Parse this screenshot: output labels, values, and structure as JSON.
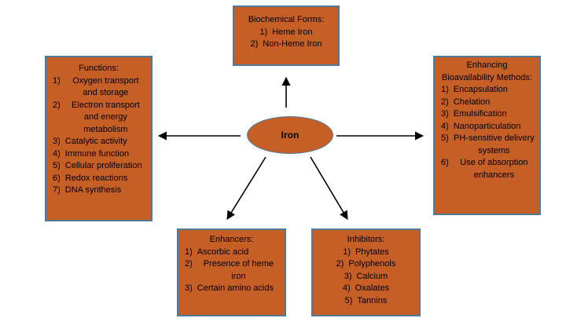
{
  "center": {
    "label": "Iron"
  },
  "biochemical_forms": {
    "title": "Biochemical Forms:",
    "items": [
      {
        "num": "1)",
        "text": "Heme Iron"
      },
      {
        "num": "2)",
        "text": "Non-Heme Iron"
      }
    ]
  },
  "functions": {
    "title": "Functions:",
    "items": [
      {
        "num": "1)",
        "text": "Oxygen transport and storage"
      },
      {
        "num": "2)",
        "text": "Electron transport and energy metabolism"
      },
      {
        "num": "3)",
        "text": "Catalytic activity"
      },
      {
        "num": "4)",
        "text": "Immune function"
      },
      {
        "num": "5)",
        "text": "Cellular proliferation"
      },
      {
        "num": "6)",
        "text": "Redox reactions"
      },
      {
        "num": "7)",
        "text": "DNA synthesis"
      }
    ]
  },
  "enhancing_methods": {
    "title": "Enhancing Bioavailability Methods:",
    "items": [
      {
        "num": "1)",
        "text": "Encapsulation"
      },
      {
        "num": "2)",
        "text": "Chelation"
      },
      {
        "num": "3)",
        "text": "Emulsification"
      },
      {
        "num": "4)",
        "text": "Nanoparticulation"
      },
      {
        "num": "5)",
        "text": "PH-sensitive delivery systems"
      },
      {
        "num": "6)",
        "text": "Use of absorption enhancers"
      }
    ]
  },
  "enhancers": {
    "title": "Enhancers:",
    "items": [
      {
        "num": "1)",
        "text": "Ascorbic acid"
      },
      {
        "num": "2)",
        "text": "Presence of heme iron"
      },
      {
        "num": "3)",
        "text": "Certain amino acids"
      }
    ]
  },
  "inhibitors": {
    "title": "Inhibitors:",
    "items": [
      {
        "num": "1)",
        "text": "Phytates"
      },
      {
        "num": "2)",
        "text": "Polyphenols"
      },
      {
        "num": "3)",
        "text": "Calcium"
      },
      {
        "num": "4)",
        "text": "Oxalates"
      },
      {
        "num": "5)",
        "text": "Tannins"
      }
    ]
  },
  "colors": {
    "box_fill": "#c65f26",
    "box_border": "#4f7a9a",
    "arrow": "#000000"
  }
}
